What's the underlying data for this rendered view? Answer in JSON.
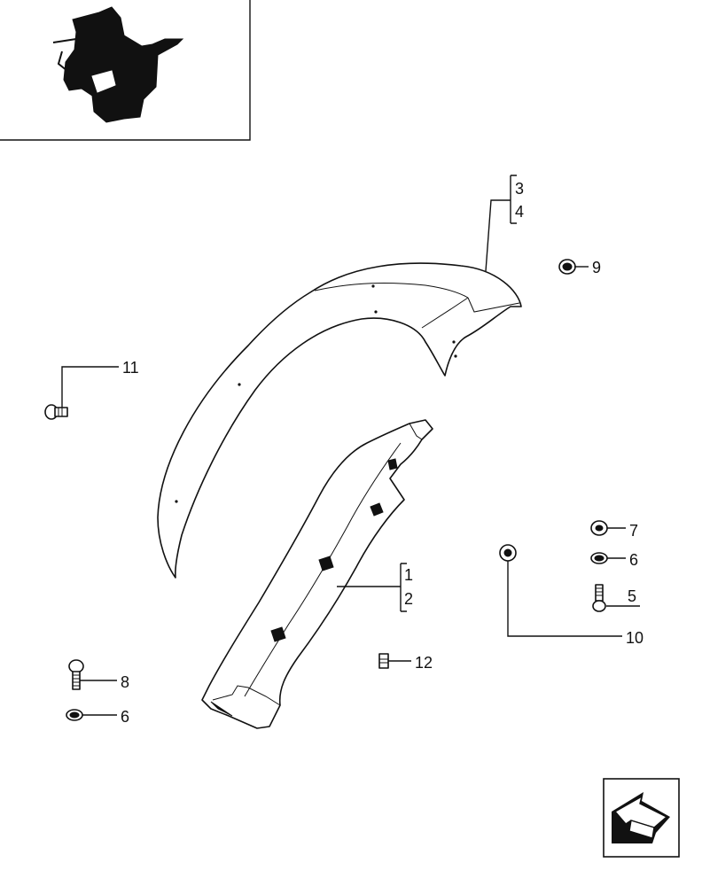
{
  "callouts": {
    "c3": "3",
    "c4": "4",
    "c9": "9",
    "c11": "11",
    "c1": "1",
    "c2": "2",
    "c7": "7",
    "c6a": "6",
    "c5": "5",
    "c10": "10",
    "c12": "12",
    "c8": "8",
    "c6b": "6"
  },
  "icons": {
    "thumbnail": "tractor-location-thumbnail-icon",
    "navigation": "previous-page-arrow-icon"
  },
  "colors": {
    "ink": "#111111",
    "paper": "#ffffff"
  }
}
